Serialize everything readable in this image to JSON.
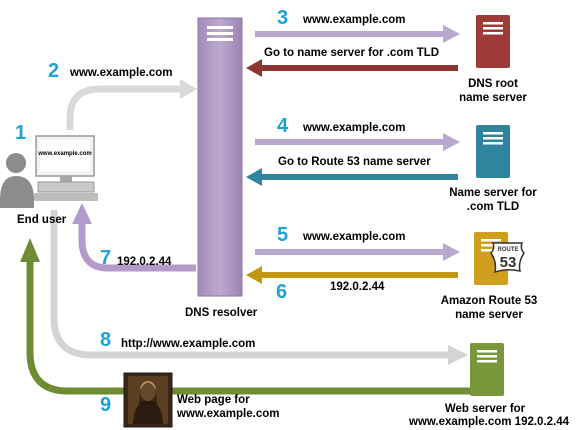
{
  "steps": {
    "s1": "1",
    "s2": "2",
    "s3": "3",
    "s4": "4",
    "s5": "5",
    "s6": "6",
    "s7": "7",
    "s8": "8",
    "s9": "9"
  },
  "labels": {
    "end_user": "End user",
    "screen_text": "www.example.com",
    "dns_resolver": "DNS resolver",
    "root_server_line1": "DNS root",
    "root_server_line2": "name server",
    "tld_server_line1": "Name server for",
    "tld_server_line2": ".com TLD",
    "route53_line1": "Amazon Route 53",
    "route53_line2": "name server",
    "route53_badge_top": "ROUTE",
    "route53_badge_num": "53",
    "webserver_line1": "Web server for",
    "webserver_line2": "www.example.com 192.0.2.44",
    "webpage_line1": "Web page for",
    "webpage_line2": "www.example.com"
  },
  "arrows": {
    "a2": "www.example.com",
    "a3": "www.example.com",
    "a3_back": "Go to name server for .com TLD",
    "a4": "www.example.com",
    "a4_back": "Go to Route 53 name server",
    "a5": "www.example.com",
    "a6": "192.0.2.44",
    "a7": "192.0.2.44",
    "a8": "http://www.example.com"
  },
  "colors": {
    "step_number": "#1aa3d8",
    "resolver": "#b39dc6",
    "root_server": "#9e3a38",
    "tld_server": "#2f849e",
    "route53_server": "#d19f1e",
    "web_server": "#78963a",
    "arrow_query": "#b8a7cf",
    "arrow_root_back": "#8e3431",
    "arrow_tld_back": "#2f849e",
    "arrow_route53_back": "#c2960f",
    "arrow_request": "#d9d9d9",
    "arrow_webpage": "#6e8c34"
  }
}
